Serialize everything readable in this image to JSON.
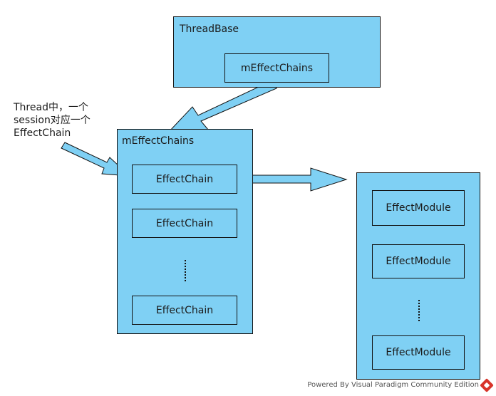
{
  "thread_base": {
    "title": "ThreadBase",
    "member": "mEffectChains"
  },
  "effect_chains": {
    "title": "mEffectChains",
    "items": [
      "EffectChain",
      "EffectChain",
      "EffectChain"
    ]
  },
  "effect_chain_detail": {
    "modules": [
      "EffectModule",
      "EffectModule",
      "EffectModule"
    ]
  },
  "note": {
    "line1": "Thread中，一个",
    "line2": "session对应一个",
    "line3": "EffectChain"
  },
  "footer": {
    "text": "Powered By Visual Paradigm Community Edition"
  },
  "colors": {
    "box_fill": "#7fd0f4",
    "border": "#111111",
    "arrow_fill": "#7fd0f4"
  }
}
